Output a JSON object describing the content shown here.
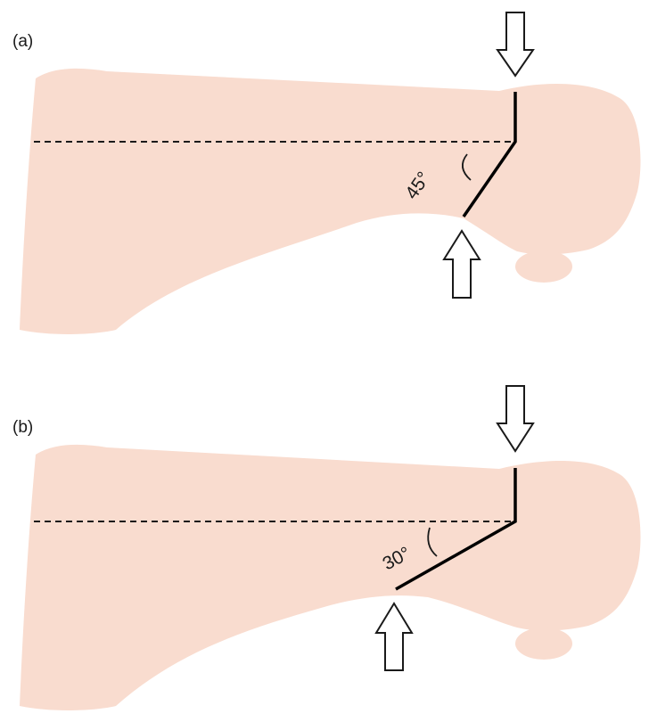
{
  "panels": [
    {
      "label": "(a)",
      "angle_label": "45°"
    },
    {
      "label": "(b)",
      "angle_label": "30°"
    }
  ],
  "colors": {
    "bone_fill": "#f9dccf",
    "line": "#000000",
    "arrow_fill": "#ffffff"
  }
}
